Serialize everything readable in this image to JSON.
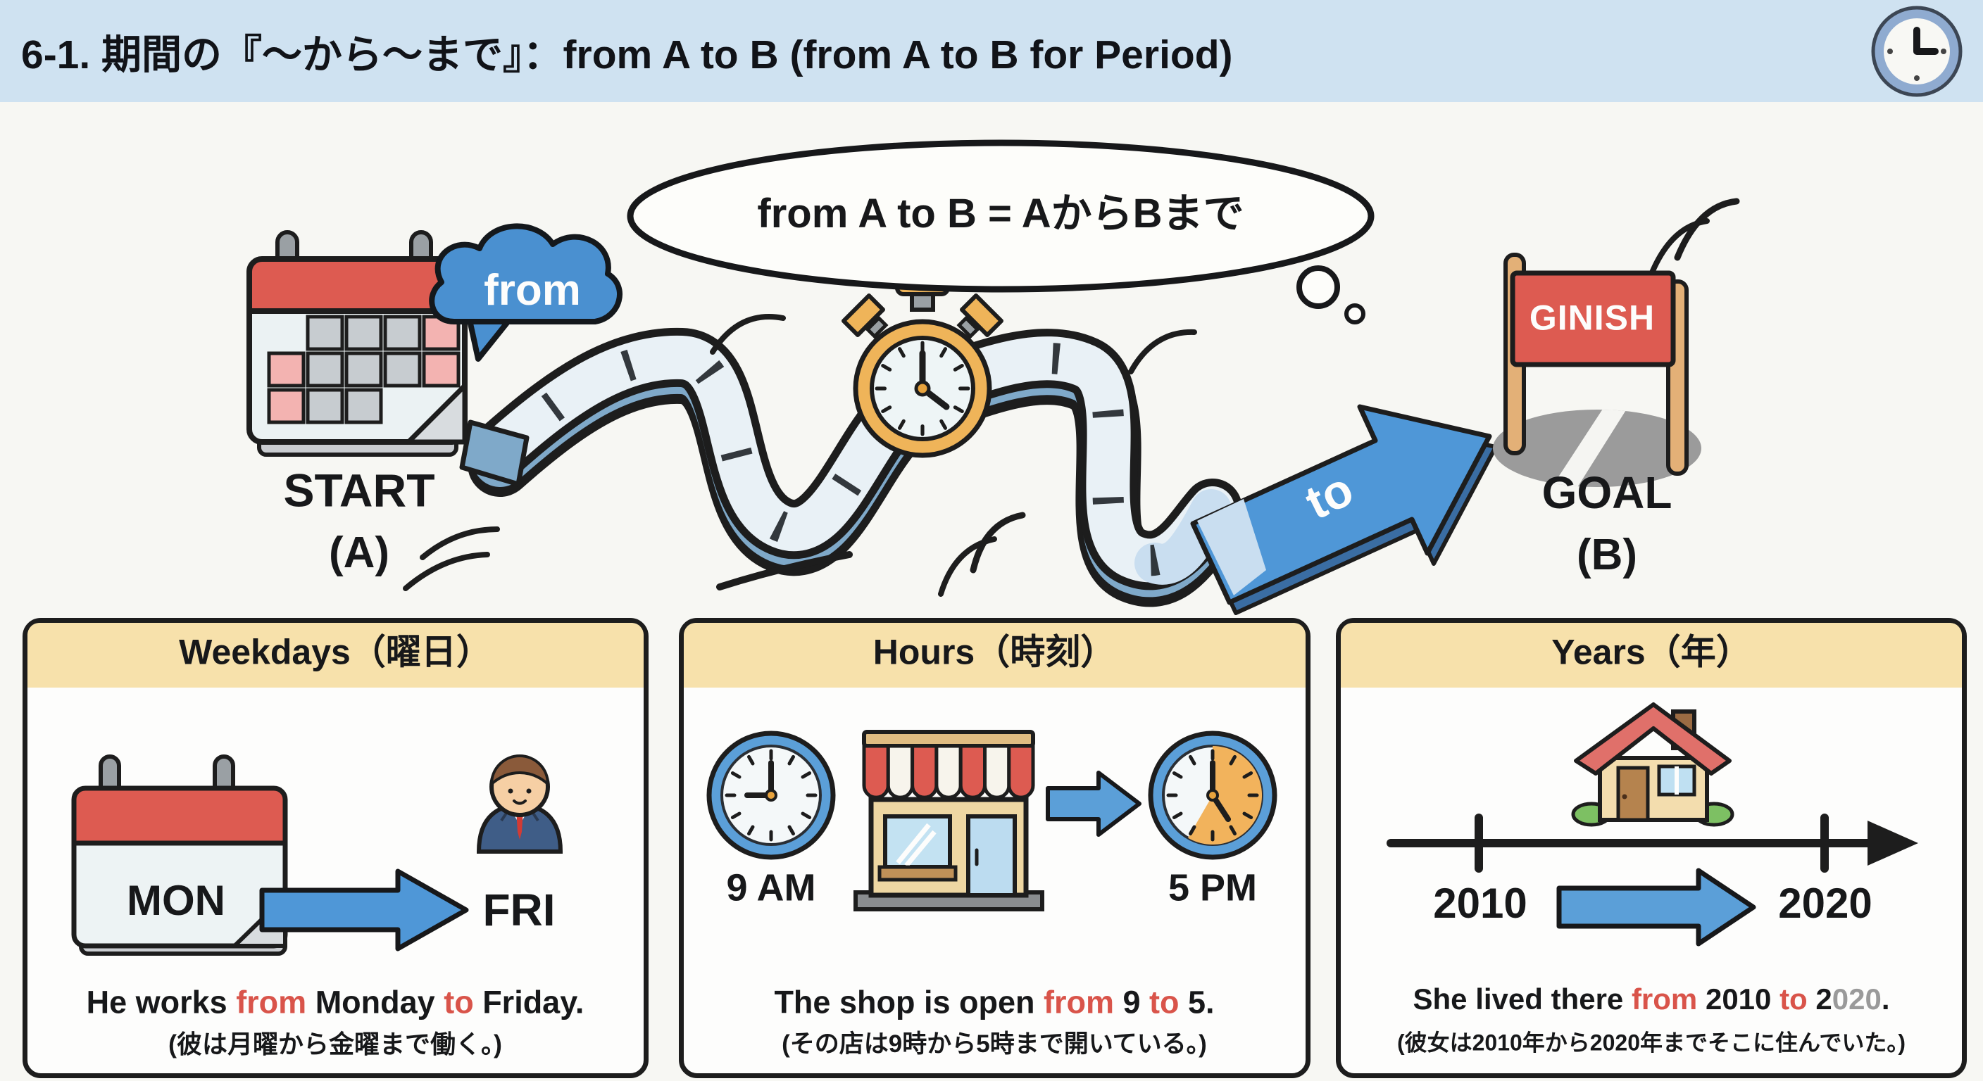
{
  "header": {
    "title": "6-1. 期間の『〜から〜まで』：from A to B (from A to B for Period)",
    "clock_icon": "clock-icon"
  },
  "diagram": {
    "thought_bubble": "from A to B = AからBまで",
    "from_label": "from",
    "to_label": "to",
    "start_label": "START",
    "start_sub": "(A)",
    "goal_label": "GOAL",
    "goal_sub": "(B)",
    "banner": "GINISH"
  },
  "panels": [
    {
      "title": "Weekdays（曜日）",
      "start": "MON",
      "end": "FRI",
      "sentence": [
        {
          "t": "He works ",
          "c": "k"
        },
        {
          "t": "from",
          "c": "r"
        },
        {
          "t": " Monday ",
          "c": "k"
        },
        {
          "t": "to",
          "c": "r"
        },
        {
          "t": " Friday.",
          "c": "k"
        }
      ],
      "jp": "(彼は月曜から金曜まで働く。)"
    },
    {
      "title": "Hours（時刻）",
      "start": "9 AM",
      "end": "5 PM",
      "sentence": [
        {
          "t": "The shop is open ",
          "c": "k"
        },
        {
          "t": "from",
          "c": "r"
        },
        {
          "t": " 9 ",
          "c": "k"
        },
        {
          "t": "to",
          "c": "r"
        },
        {
          "t": " 5.",
          "c": "k"
        }
      ],
      "jp": "(その店は9時から5時まで開いている。)"
    },
    {
      "title": "Years（年）",
      "start": "2010",
      "end": "2020",
      "sentence": [
        {
          "t": "She lived there ",
          "c": "k"
        },
        {
          "t": "from",
          "c": "r"
        },
        {
          "t": " 2010 ",
          "c": "k"
        },
        {
          "t": "to",
          "c": "r"
        },
        {
          "t": " 2",
          "c": "k"
        },
        {
          "t": "020",
          "c": "g"
        },
        {
          "t": ".",
          "c": "k"
        }
      ],
      "jp": "(彼女は2010年から2020年までそこに住んでいた。)"
    }
  ],
  "colors": {
    "header_bg": "#cfe2f1",
    "panel_band": "#f7e1ab",
    "accent_blue": "#4f97d7",
    "accent_red": "#dd5b51",
    "red_text": "#d9544a",
    "stopwatch_orange": "#efb459",
    "road_top": "#e9f1f6",
    "road_side": "#7fa9c9",
    "outline": "#1d1d1d"
  }
}
